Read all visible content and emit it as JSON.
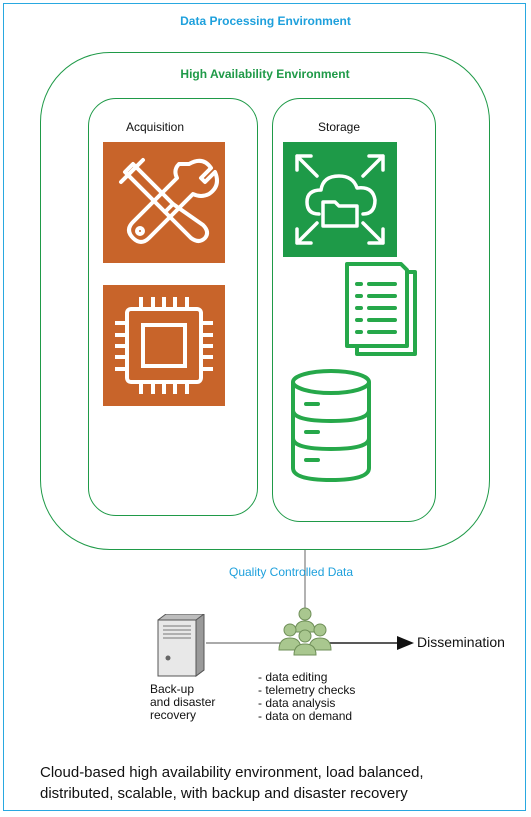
{
  "diagram": {
    "outer_title": "Data Processing Environment",
    "ha_title": "High Availability Environment",
    "acquisition": {
      "label": "Acquisition",
      "icons": [
        "tools-icon",
        "cpu-chip-icon"
      ]
    },
    "storage": {
      "label": "Storage",
      "icons": [
        "cloud-folder-icon",
        "documents-icon",
        "database-icon"
      ]
    },
    "link_label": "Quality Controlled Data",
    "backup": {
      "label_lines": [
        "Back-up",
        "and disaster",
        "recovery"
      ],
      "icon": "server-icon"
    },
    "users_icon": "users-group-icon",
    "tasks": [
      "data editing",
      "telemetry checks",
      "data analysis",
      "data on demand"
    ],
    "output_label": "Dissemination",
    "caption_lines": [
      "Cloud-based high availability environment, load balanced,",
      "distributed, scalable, with backup and disaster recovery"
    ]
  },
  "colors": {
    "outer_border": "#29a8e0",
    "outer_title": "#1ea0dc",
    "ha_border": "#1f9a48",
    "acquisition_tile": "#c8642a",
    "storage_tile": "#1e9a48",
    "storage_icon_line": "#26a84a"
  }
}
